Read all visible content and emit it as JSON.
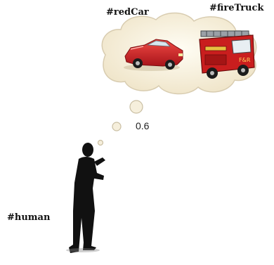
{
  "labels": {
    "red_car": "#redCar",
    "fire_truck": "#fireTruck",
    "human": "#human",
    "score": "0.6"
  },
  "icons": [
    "thought-cloud",
    "red-car-icon",
    "fire-truck-icon",
    "person-silhouette-icon"
  ],
  "colors": {
    "cloud_fill": "#f7f0dc",
    "cloud_stroke": "#cfc4a8",
    "car_red": "#d9282a",
    "truck_red": "#c91e1e",
    "silhouette": "#111111"
  }
}
